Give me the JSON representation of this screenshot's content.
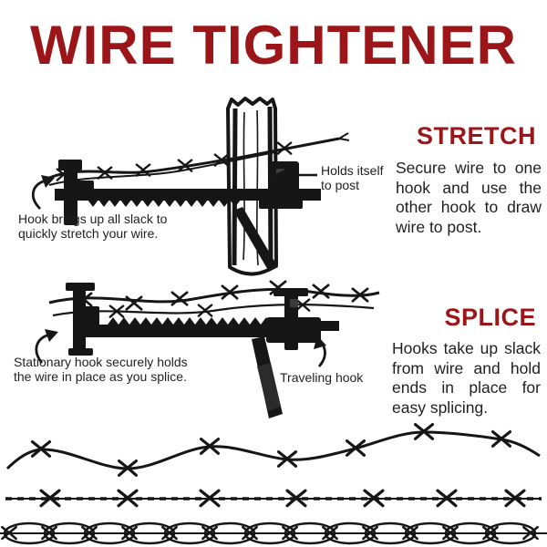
{
  "title": "WIRE TIGHTENER",
  "colors": {
    "accent_red": "#9c1519",
    "ink": "#161616",
    "text": "#1f1f1f",
    "background": "#ffffff"
  },
  "sections": {
    "stretch": {
      "heading": "STRETCH",
      "body": "Secure wire to one hook and use the other hook to draw wire to post."
    },
    "splice": {
      "heading": "SPLICE",
      "body": "Hooks take up slack from wire and hold ends in place for easy splicing."
    }
  },
  "annotations": {
    "holds_itself": "Holds itself\nto post",
    "hook_slack": "Hook brings up all slack to\nquickly stretch your wire.",
    "stationary": "Stationary hook securely holds\nthe wire in place as you splice.",
    "traveling": "Traveling hook"
  },
  "illustrations": {
    "stretch": "wire-tightener-clamped-to-fence-post-stretching-barbed-wire",
    "splice": "wire-tightener-splicing-barbed-wire-with-handle",
    "decoration": "three-rows-of-barbed-wire"
  }
}
